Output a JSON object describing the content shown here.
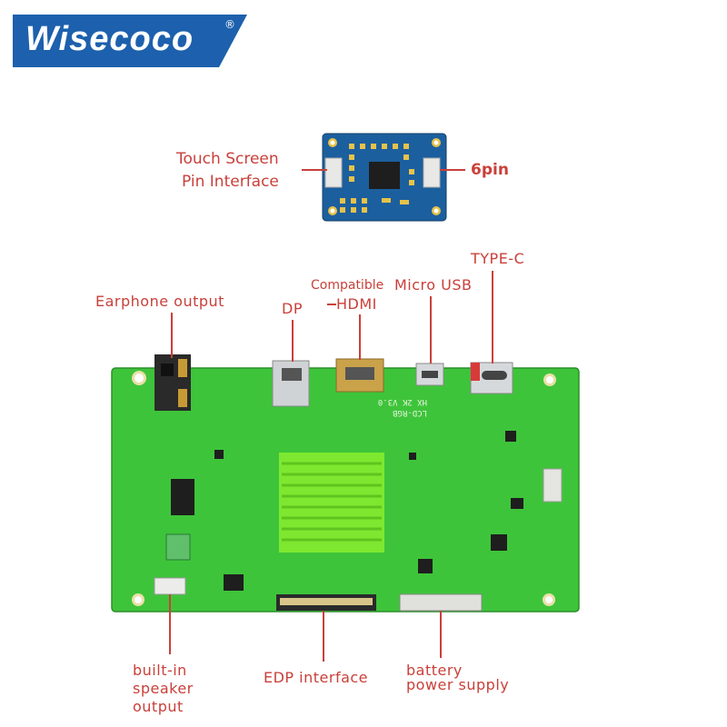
{
  "brand": {
    "logo_text": "Wisecoco",
    "registered_mark": "®",
    "logo_color": "#1d60ad"
  },
  "touch_board": {
    "label_line1": "Touch Screen",
    "label_line2": "Pin Interface",
    "pin_label": "6pin",
    "color": "#1c5f9e"
  },
  "main_board": {
    "color": "#3ec43a",
    "silkscreen": [
      "HX 2K V3.0",
      "LCD-RGB"
    ]
  },
  "labels": {
    "earphone": "Earphone output",
    "dp": "DP",
    "hdmi_line1": "Compatible",
    "hdmi_line2": "HDMI",
    "micro_usb": "Micro USB",
    "type_c": "TYPE-C",
    "speaker_line1": "built-in",
    "speaker_line2": "speaker",
    "speaker_line3": "output",
    "edp": "EDP interface",
    "battery_line1": "battery",
    "battery_line2": "power supply"
  },
  "label_color": "#c9403a"
}
